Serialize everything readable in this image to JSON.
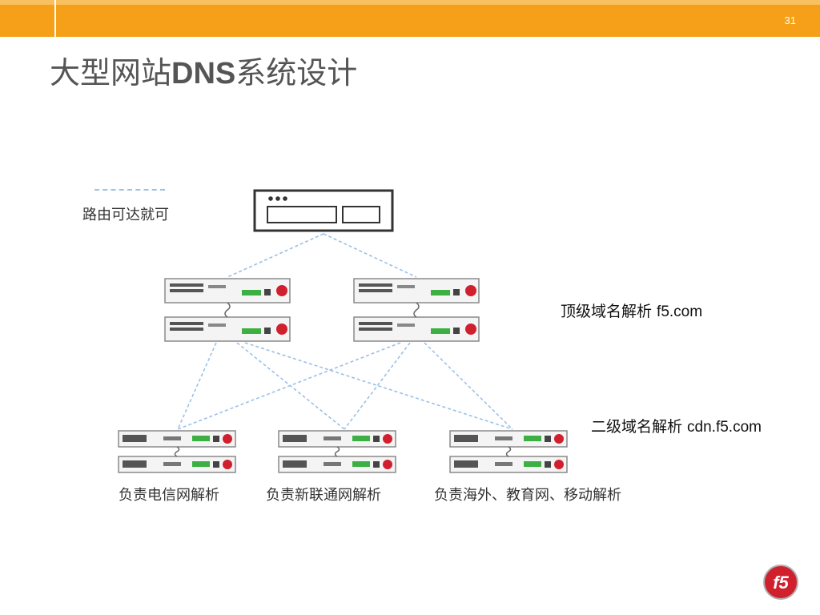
{
  "slide": {
    "page_number": "31",
    "title_prefix": "大型网站",
    "title_bold": "DNS",
    "title_suffix": "系统设计"
  },
  "legend": {
    "text": "路由可达就可"
  },
  "labels": {
    "top_level_cn": "顶级域名解析 ",
    "top_level_domain": "f5.com",
    "second_level_cn": "二级域名解析 ",
    "second_level_domain": "cdn.f5.com",
    "group_telecom": "负责电信网解析",
    "group_unicom": "负责新联通网解析",
    "group_overseas": "负责海外、教育网、移动解析"
  },
  "logo": {
    "text": "f5"
  },
  "colors": {
    "header": "#f5a018",
    "link": "#9cc0e6",
    "logo_red": "#d0202e",
    "led_green": "#3cb043"
  }
}
